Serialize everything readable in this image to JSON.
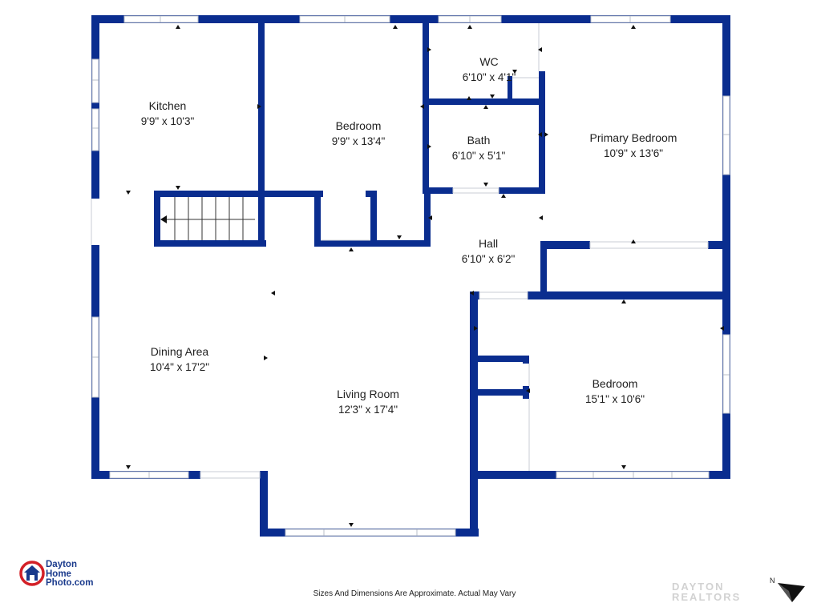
{
  "colors": {
    "wall": "#0a2d8f",
    "window": "#dfe3ea",
    "text": "#1f1f1f",
    "logo_red": "#d32027",
    "logo_blue": "#1a3a8c"
  },
  "rooms": {
    "kitchen": {
      "name": "Kitchen",
      "dim": "9'9\" x 10'3\""
    },
    "bedroom_1": {
      "name": "Bedroom",
      "dim": "9'9\" x 13'4\""
    },
    "wc": {
      "name": "WC",
      "dim": "6'10\" x 4'1\""
    },
    "bath": {
      "name": "Bath",
      "dim": "6'10\" x 5'1\""
    },
    "primary_bedroom": {
      "name": "Primary Bedroom",
      "dim": "10'9\" x 13'6\""
    },
    "hall": {
      "name": "Hall",
      "dim": "6'10\" x 6'2\""
    },
    "dining_area": {
      "name": "Dining Area",
      "dim": "10'4\" x 17'2\""
    },
    "living_room": {
      "name": "Living Room",
      "dim": "12'3\" x 17'4\""
    },
    "bedroom_2": {
      "name": "Bedroom",
      "dim": "15'1\" x 10'6\""
    }
  },
  "footer": {
    "note": "Sizes And Dimensions Are Approximate. Actual May Vary"
  },
  "logo": {
    "line1": "Dayton",
    "line2": "Home",
    "line3": "Photo.com"
  },
  "watermark": {
    "line1": "DAYTON",
    "line2": "REALTORS"
  },
  "compass": {
    "label": "N"
  }
}
